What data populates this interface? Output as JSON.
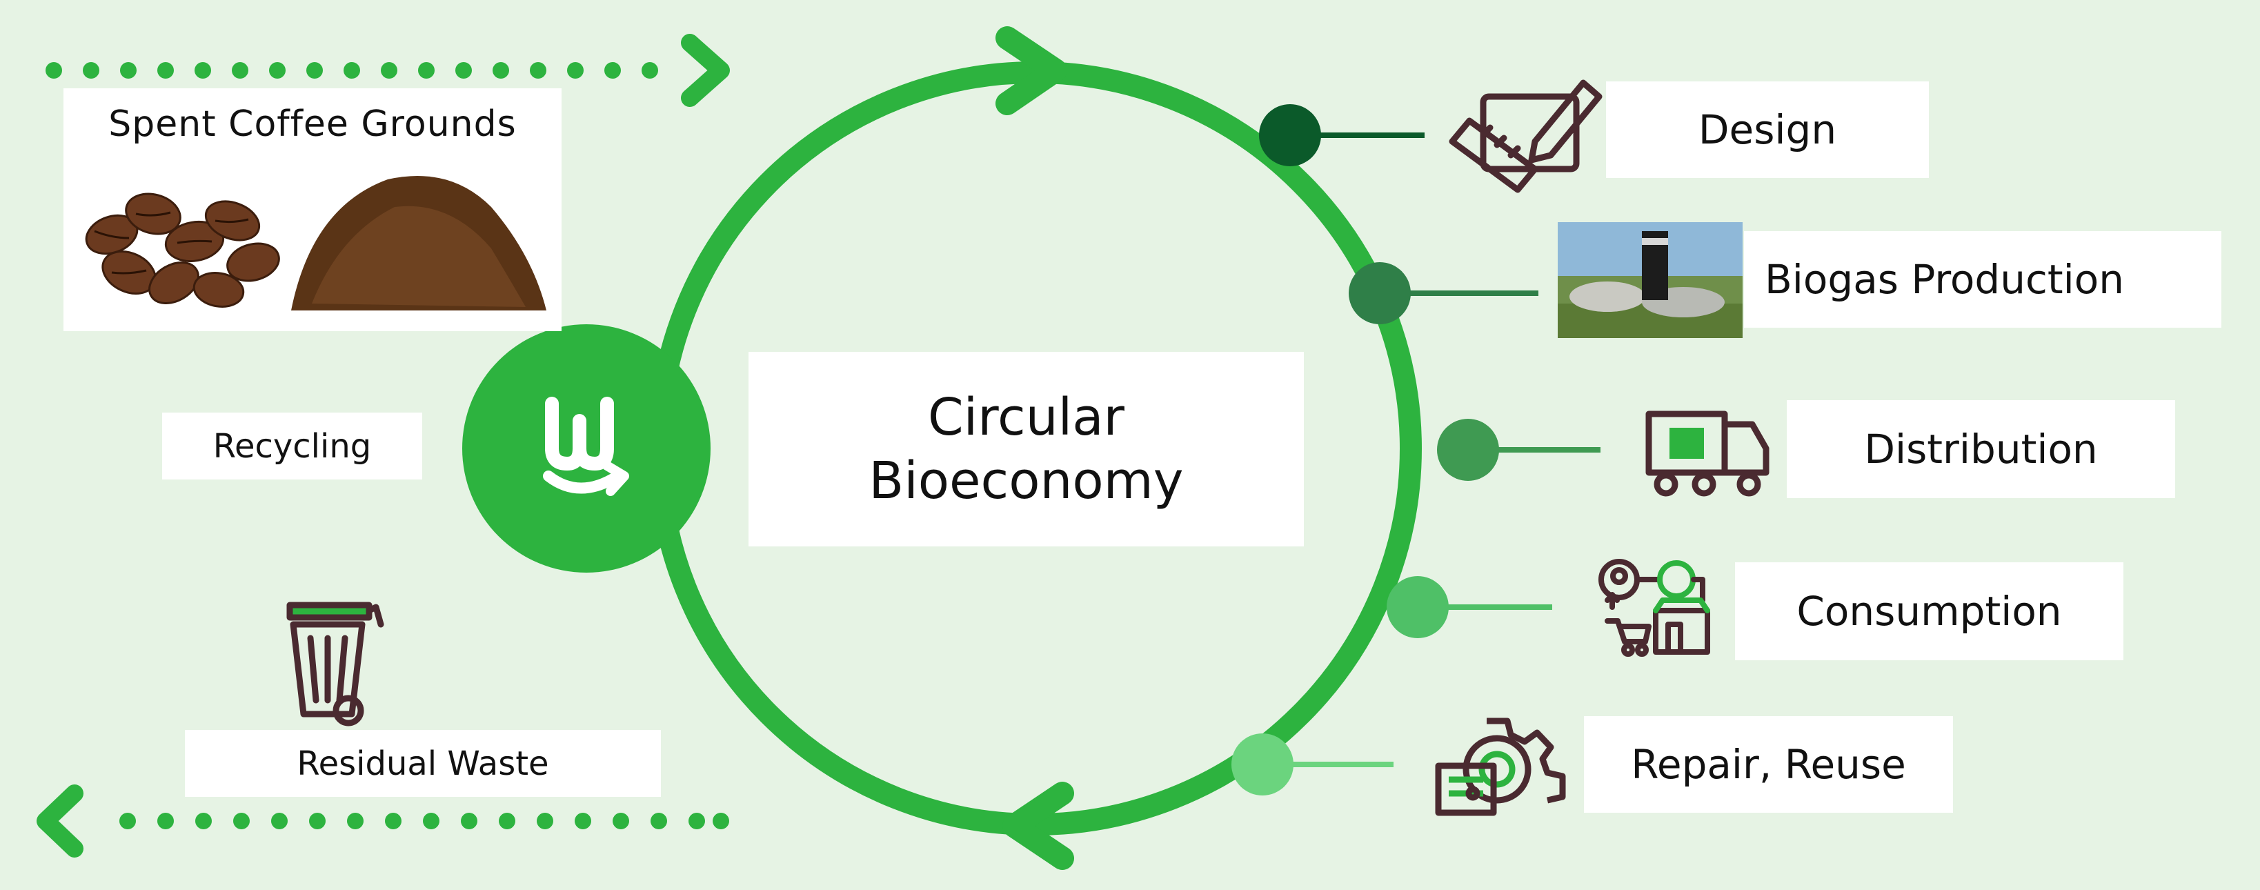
{
  "title": {
    "line1": "Circular",
    "line2": "Bioeconomy"
  },
  "inputs": {
    "spent_coffee": "Spent Coffee Grounds",
    "recycling": "Recycling",
    "residual_waste": "Residual Waste"
  },
  "stages": [
    {
      "label": "Design",
      "icon": "design-ruler-pencil-icon",
      "dot_color": "#0b5a2a"
    },
    {
      "label": "Biogas Production",
      "icon": "biogas-plant-photo",
      "dot_color": "#2f7f48"
    },
    {
      "label": "Distribution",
      "icon": "delivery-truck-icon",
      "dot_color": "#3f9a52"
    },
    {
      "label": "Consumption",
      "icon": "consumer-shop-cart-icon",
      "dot_color": "#4fc067"
    },
    {
      "label": "Repair, Reuse",
      "icon": "gear-repair-icon",
      "dot_color": "#6bd47e"
    }
  ],
  "colors": {
    "background": "#e6f3e4",
    "ring": "#2db33f",
    "dotted_arrow": "#2db33f",
    "icon_stroke": "#4a2a30",
    "bin_lid": "#2db33f"
  },
  "logo_icon": "wastech-smile-logo-icon"
}
